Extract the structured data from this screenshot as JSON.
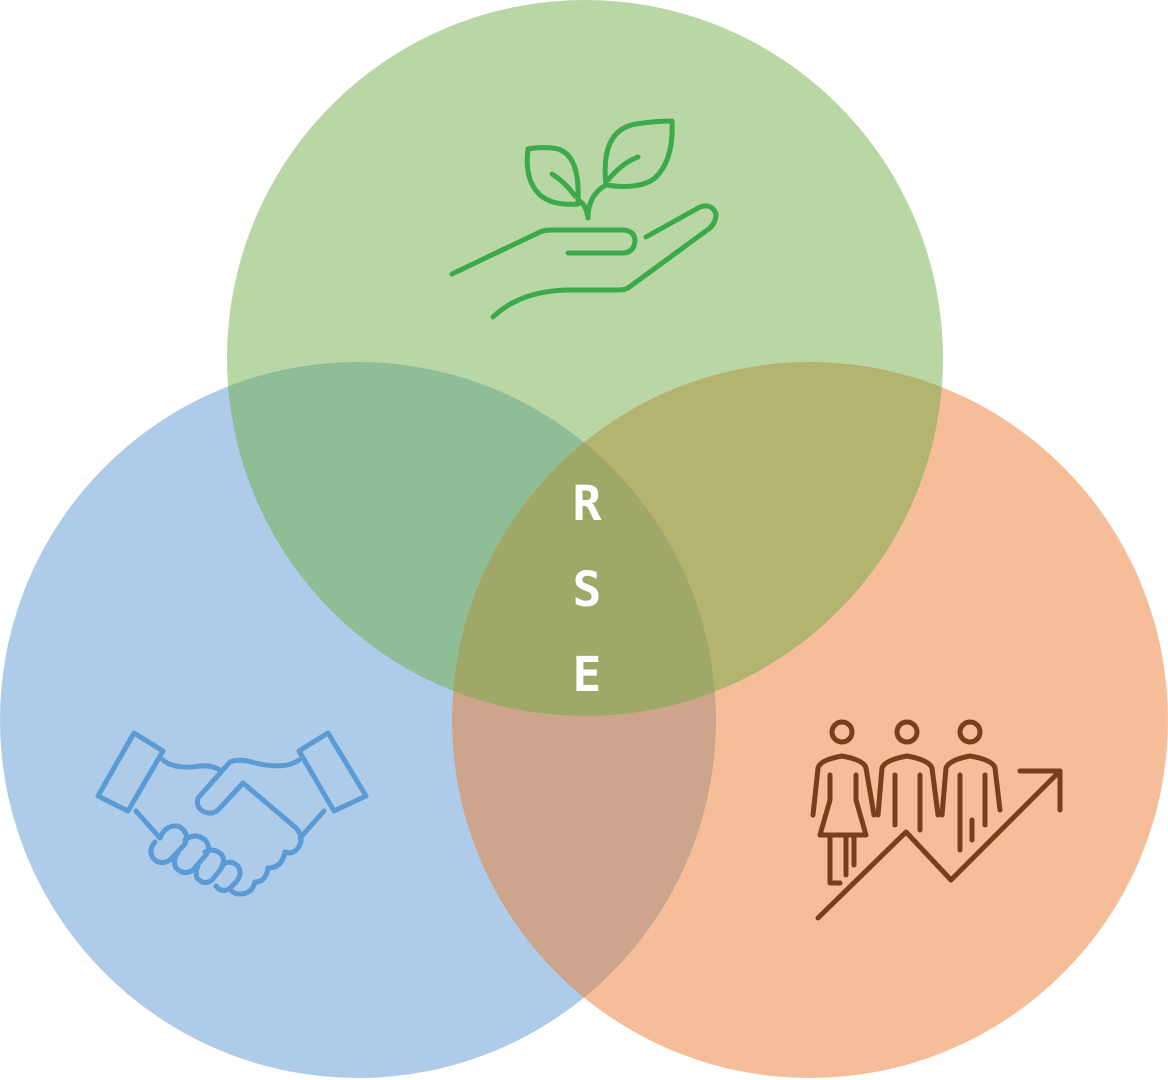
{
  "title_letters": [
    "R",
    "S",
    "E"
  ],
  "circles": [
    {
      "name": "environment",
      "icon": "plant-in-hand-icon",
      "color": "#b9d6a5",
      "icon_color": "#3aaa4a"
    },
    {
      "name": "social",
      "icon": "handshake-icon",
      "color": "#aecbe9",
      "icon_color": "#5b9bd5"
    },
    {
      "name": "economic",
      "icon": "people-growth-icon",
      "color": "#f6be98",
      "icon_color": "#7a3e1a"
    }
  ],
  "overlap_colors": {
    "environment_social": "#8fbd95",
    "environment_economic": "#b3b46f",
    "social_economic": "#cca58c",
    "all": "#a0a868"
  }
}
